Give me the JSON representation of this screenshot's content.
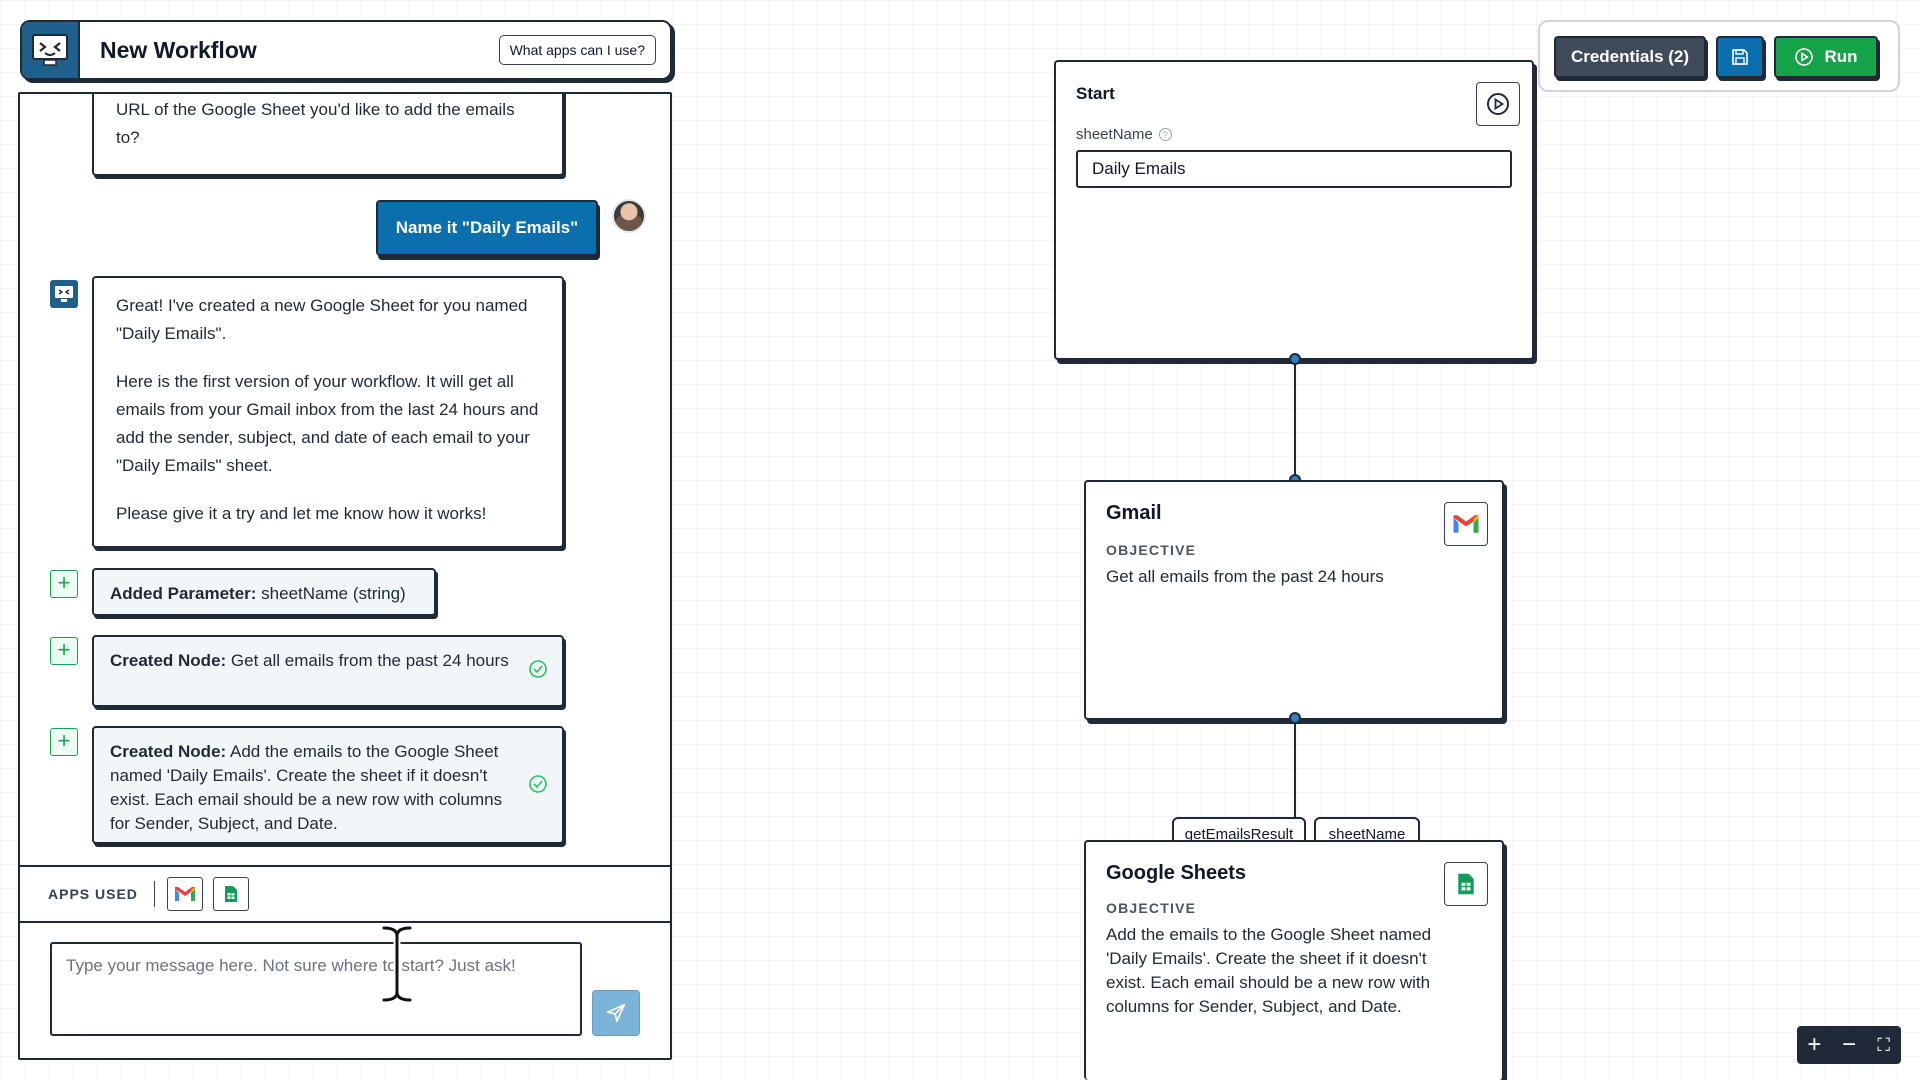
{
  "header": {
    "title": "New Workflow",
    "help_button": "What apps can I use?"
  },
  "chat": {
    "bot_question": "URL of the Google Sheet you'd like to add the emails to?",
    "user_message": "Name it \"Daily Emails\"",
    "bot_reply": [
      "Great! I've created a new Google Sheet for you named \"Daily Emails\".",
      "Here is the first version of your workflow. It will get all emails from your Gmail inbox from the last 24 hours and add the sender, subject, and date of each email to your \"Daily Emails\" sheet.",
      "Please give it a try and let me know how it works!"
    ],
    "actions": [
      {
        "label": "Added Parameter:",
        "text": "sheetName (string)"
      },
      {
        "label": "Created Node:",
        "text": "Get all emails from the past 24 hours"
      },
      {
        "label": "Created Node:",
        "text": "Add the emails to the Google Sheet named 'Daily Emails'. Create the sheet if it doesn't exist. Each email should be a new row with columns for Sender, Subject, and Date."
      }
    ],
    "apps_used_label": "APPS USED",
    "apps_used": [
      "gmail-icon",
      "google-sheets-icon"
    ],
    "input_placeholder": "Type your message here. Not sure where to start? Just ask!"
  },
  "toolbar": {
    "credentials_label": "Credentials (2)",
    "run_label": "Run"
  },
  "nodes": {
    "start": {
      "title": "Start",
      "param_label": "sheetName",
      "param_value": "Daily Emails"
    },
    "gmail": {
      "title": "Gmail",
      "objective_label": "OBJECTIVE",
      "objective": "Get all emails from the past 24 hours"
    },
    "sheets": {
      "title": "Google Sheets",
      "objective_label": "OBJECTIVE",
      "objective": "Add the emails to the Google Sheet named 'Daily Emails'. Create the sheet if it doesn't exist. Each email should be a new row with columns for Sender, Subject, and Date.",
      "inputs": [
        "getEmailsResult",
        "sheetName"
      ]
    }
  },
  "zoom_controls": [
    "+",
    "−",
    "⛶"
  ],
  "colors": {
    "primary_blue": "#0b6fae",
    "brand_dark": "#1f5f8b",
    "credentials_bg": "#3f4a5a",
    "run_green": "#16a34a",
    "connector_dot": "#2f7fc1"
  }
}
